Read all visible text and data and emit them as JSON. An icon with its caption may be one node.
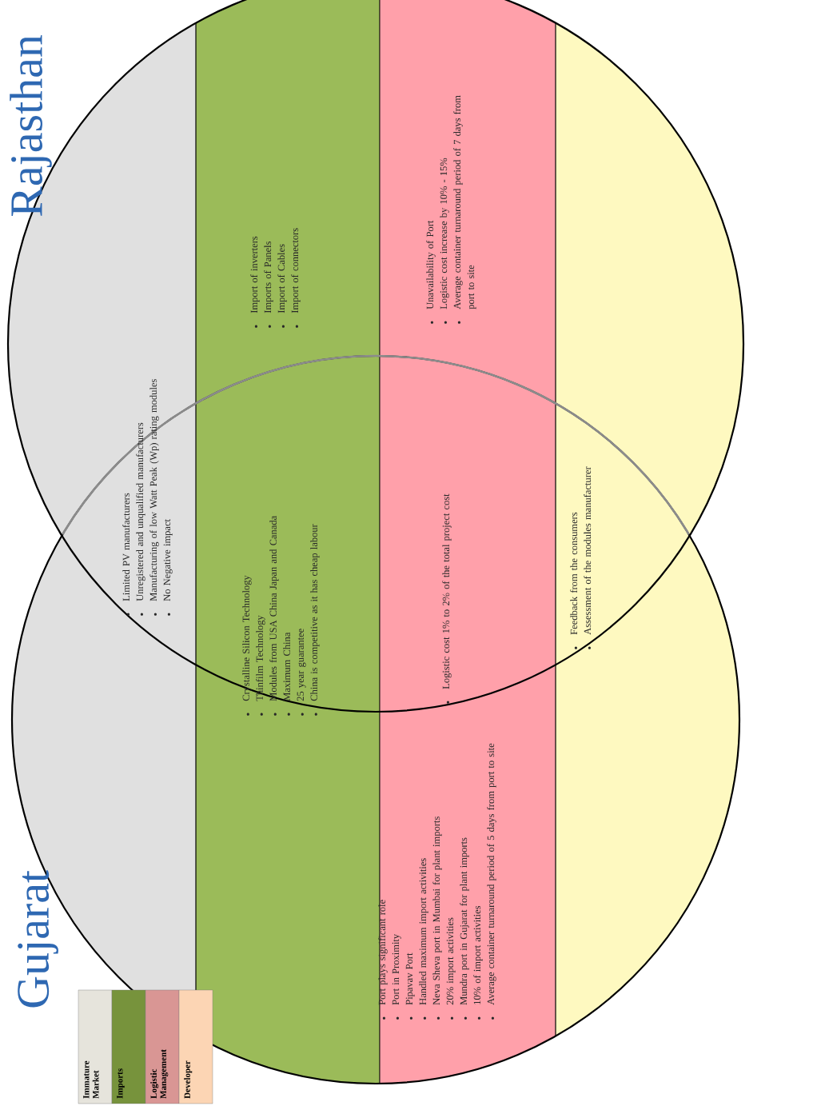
{
  "diagram": {
    "nodes": [
      {
        "text": [
          "Gujarat"
        ]
      },
      {
        "text": [
          "Rajasthan"
        ]
      }
    ],
    "labels": [
      "Limited PV manufacturers",
      "Unregistered and unqualified manufacturers",
      "Manufacturing of low Watt Peak (Wp) rating modules",
      "No Negative impact",
      "Crystalline Silicon Technology",
      "Thinfilm Technology",
      "Modules from USA China Japan and Canada",
      "Maximum China",
      "25 year guarantee",
      "China is competitive as it has cheap labour",
      "Import of inverters",
      "Imports of Panels",
      "Import of Cables",
      "Import of connectors",
      "Port plays significant role",
      "Port in Proximity",
      "Pipavav Port",
      "Handled maximum import activities",
      "Neva Sheva port in Mumbai for plant imports",
      "20% import activities",
      "Mundra port in Gujarat for plant imports",
      "10% of import activities",
      "Average container turnaround period of 5 days from port to site",
      "Logistic cost 1% to 2% of the total project cost",
      "Unavailability of Port",
      "Logistic cost increase by 10% - 15%",
      "Average container turnaround period of 7 days from port to site",
      "Feedback from the consumers",
      "Assessment of the modules manufacturer"
    ],
    "legend": [
      {
        "text": "Immature Market",
        "color": "#e6e4dc"
      },
      {
        "text": "Imports",
        "color": "#77933c"
      },
      {
        "text": "Logistic Management",
        "color": "#d99694"
      },
      {
        "text": "Developer",
        "color": "#fcd5b4"
      }
    ]
  }
}
